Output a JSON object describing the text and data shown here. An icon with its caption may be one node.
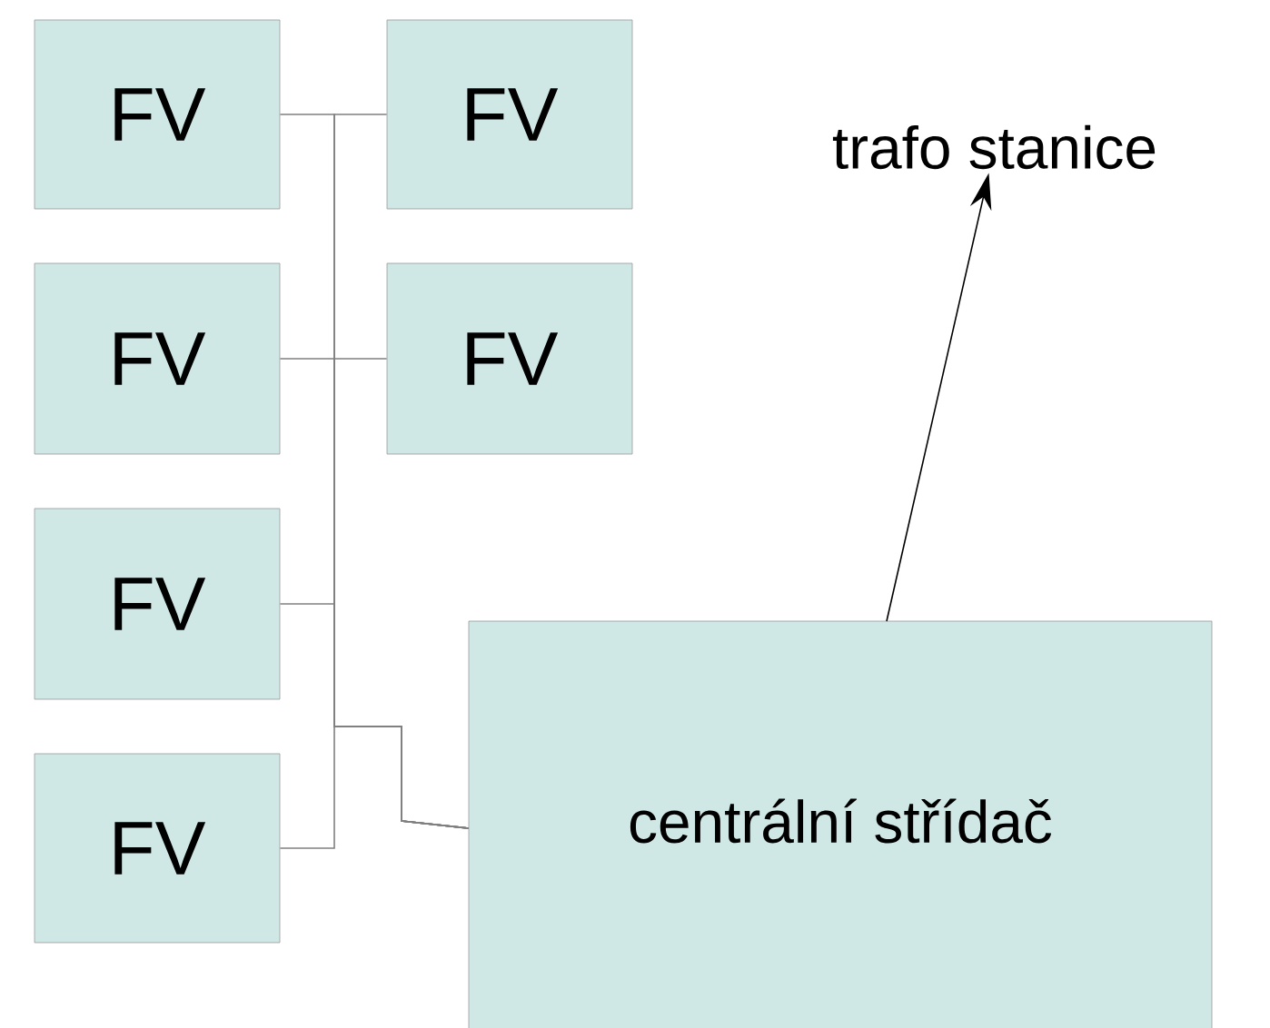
{
  "diagram": {
    "nodes": [
      {
        "text": [
          "FV"
        ]
      },
      {
        "text": [
          "FV"
        ]
      },
      {
        "text": [
          "FV"
        ]
      },
      {
        "text": [
          "FV"
        ]
      },
      {
        "text": [
          "FV"
        ]
      },
      {
        "text": [
          "FV"
        ]
      },
      {
        "text": [
          "centrální střídač"
        ]
      },
      {
        "text": [
          "trafo stanice"
        ]
      }
    ],
    "edges": [
      {
        "from": 0,
        "to": 6,
        "arrow": "none"
      },
      {
        "from": 1,
        "to": 6,
        "arrow": "none"
      },
      {
        "from": 2,
        "to": 6,
        "arrow": "none"
      },
      {
        "from": 3,
        "to": 6,
        "arrow": "none"
      },
      {
        "from": 4,
        "to": 6,
        "arrow": "none"
      },
      {
        "from": 5,
        "to": 6,
        "arrow": "none"
      },
      {
        "from": 6,
        "to": 7,
        "arrow": "to",
        "color": "#000000"
      }
    ]
  }
}
